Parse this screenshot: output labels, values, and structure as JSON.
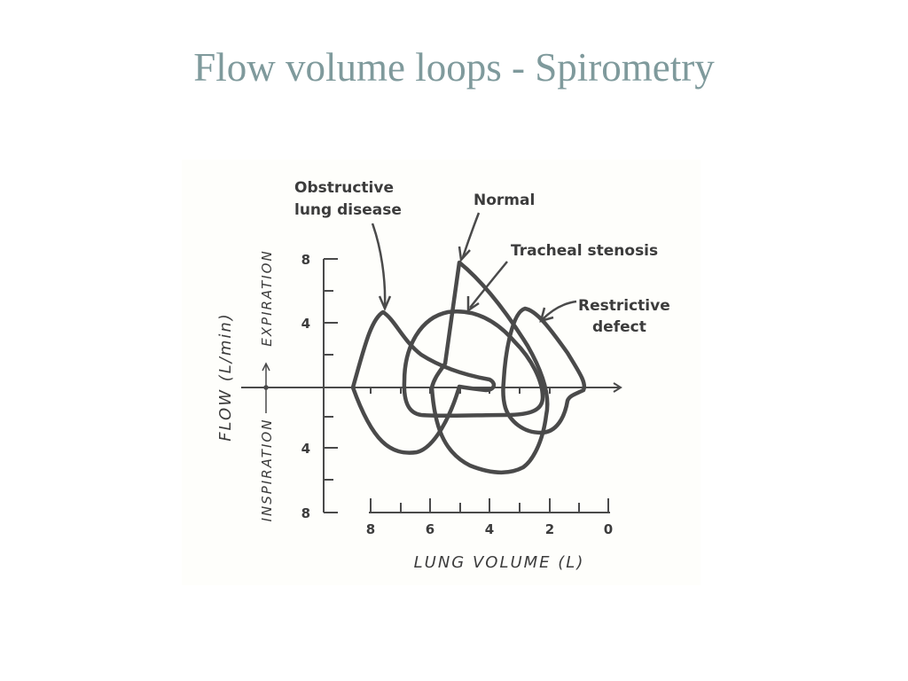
{
  "slide": {
    "title": "Flow volume loops - Spirometry"
  },
  "figure": {
    "x_axis_label": "LUNG VOLUME (L)",
    "y_axis_label": "FLOW (L/min)",
    "expiration_label": "EXPIRATION",
    "inspiration_label": "INSPIRATION",
    "x_ticks": [
      "8",
      "6",
      "4",
      "2",
      "0"
    ],
    "y_ticks_expiration": [
      "8",
      "4"
    ],
    "y_ticks_inspiration": [
      "4",
      "8"
    ],
    "loops": {
      "obstructive": {
        "label_line1": "Obstructive",
        "label_line2": "lung disease"
      },
      "normal": {
        "label": "Normal"
      },
      "tracheal": {
        "label": "Tracheal stenosis"
      },
      "restrictive": {
        "label_line1": "Restrictive",
        "label_line2": "defect"
      }
    },
    "colors": {
      "curve": "#4a4a4a",
      "text": "#3c3c3c",
      "title": "#7f9a9c"
    }
  }
}
